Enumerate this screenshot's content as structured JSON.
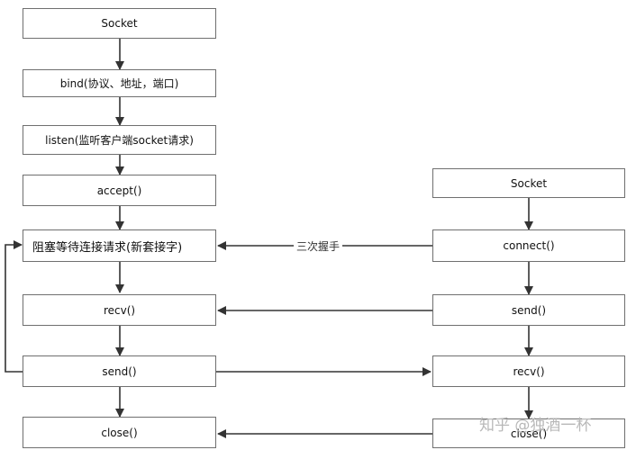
{
  "server": {
    "socket": "Socket",
    "bind": "bind(协议、地址，端口)",
    "listen": "listen(监听客户端socket请求)",
    "accept": "accept()",
    "block": "阻塞等待连接请求(新套接字)",
    "recv": "recv()",
    "send": "send()",
    "close": "close()"
  },
  "client": {
    "socket": "Socket",
    "connect": "connect()",
    "send": "send()",
    "recv": "recv()",
    "close": "close()"
  },
  "handshake_label": "三次握手",
  "watermark": "知乎 @独酒一杯",
  "colors": {
    "line": "#333333",
    "border": "#6f6f6f"
  }
}
